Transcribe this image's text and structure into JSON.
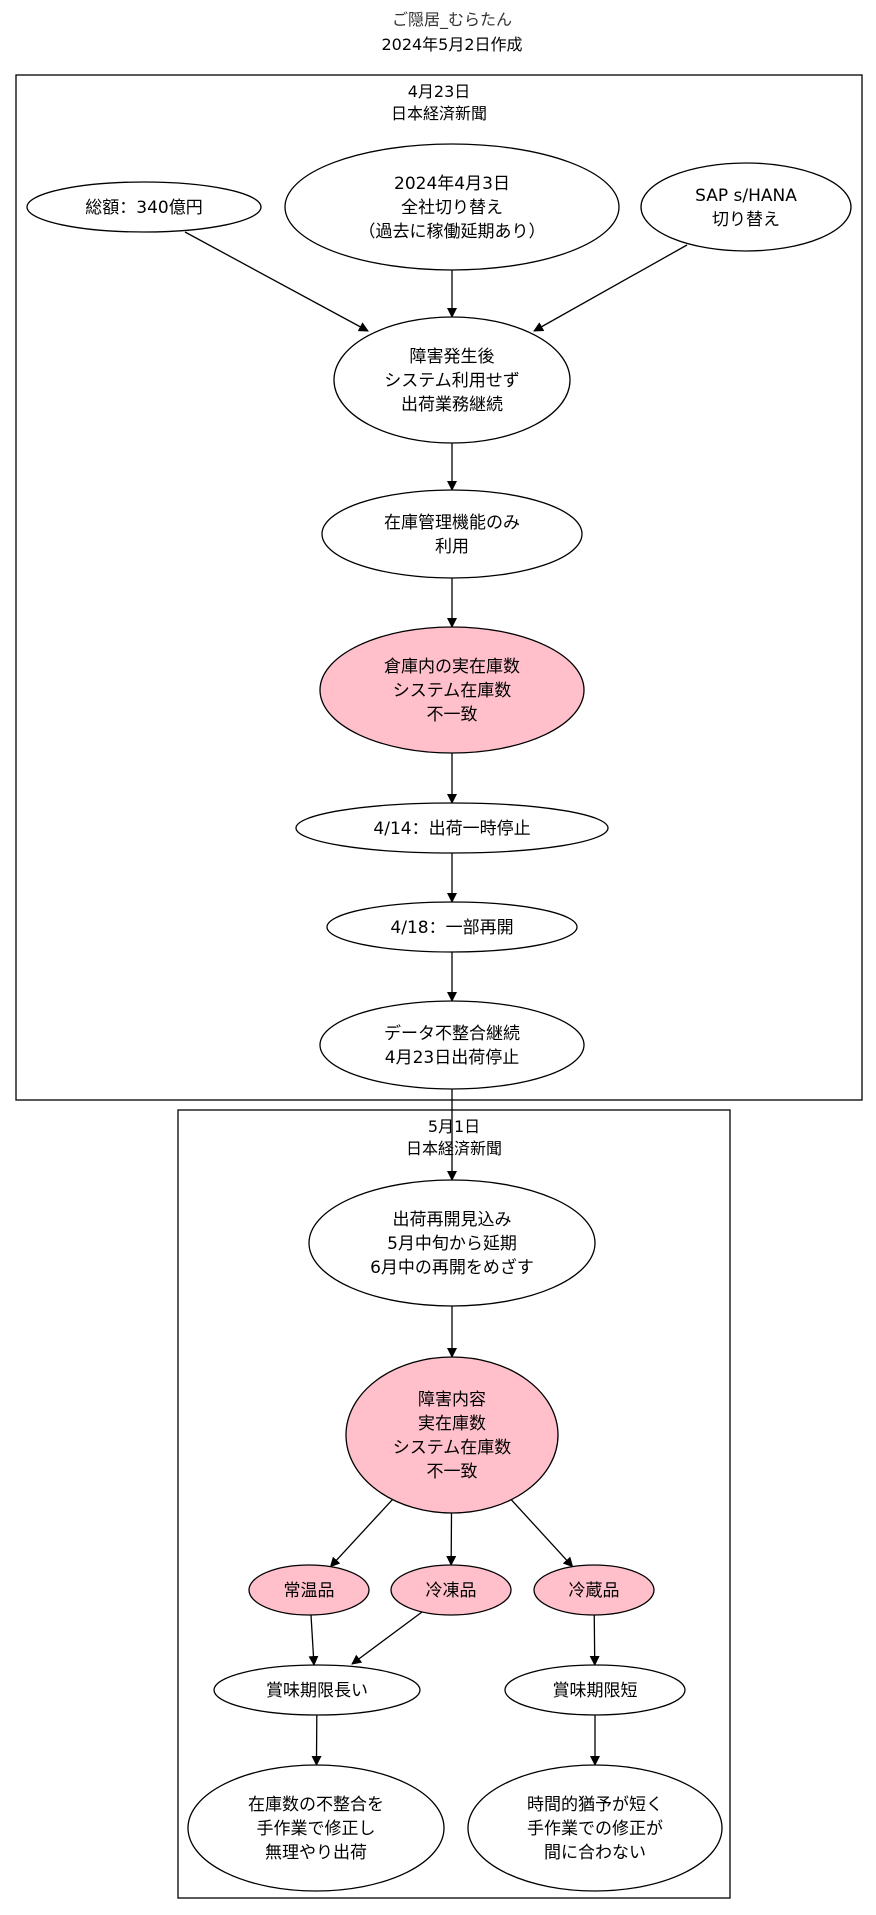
{
  "title": {
    "author": "ご隠居_むらたん",
    "date": "2024年5月2日作成"
  },
  "colors": {
    "highlight_fill": "#ffc0cb",
    "default_fill": "#ffffff",
    "stroke": "#000000"
  },
  "clusters": [
    {
      "id": "c1",
      "lines": [
        "4月23日",
        "日本経済新聞"
      ]
    },
    {
      "id": "c2",
      "lines": [
        "5月1日",
        "日本経済新聞"
      ]
    }
  ],
  "nodes": [
    {
      "id": "total",
      "lines": [
        "総額：340億円"
      ],
      "highlight": false
    },
    {
      "id": "switch_date",
      "lines": [
        "2024年4月3日",
        "全社切り替え",
        "（過去に稼働延期あり）"
      ],
      "highlight": false
    },
    {
      "id": "sap",
      "lines": [
        "SAP s/HANA",
        "切り替え"
      ],
      "highlight": false
    },
    {
      "id": "after_fault",
      "lines": [
        "障害発生後",
        "システム利用せず",
        "出荷業務継続"
      ],
      "highlight": false
    },
    {
      "id": "inventory_only",
      "lines": [
        "在庫管理機能のみ",
        "利用"
      ],
      "highlight": false
    },
    {
      "id": "mismatch1",
      "lines": [
        "倉庫内の実在庫数",
        "システム在庫数",
        "不一致"
      ],
      "highlight": true
    },
    {
      "id": "stop_414",
      "lines": [
        "4/14：出荷一時停止"
      ],
      "highlight": false
    },
    {
      "id": "resume_418",
      "lines": [
        "4/18：一部再開"
      ],
      "highlight": false
    },
    {
      "id": "data_mismatch",
      "lines": [
        "データ不整合継続",
        "4月23日出荷停止"
      ],
      "highlight": false
    },
    {
      "id": "resume_outlook",
      "lines": [
        "出荷再開見込み",
        "5月中旬から延期",
        "6月中の再開をめざす"
      ],
      "highlight": false
    },
    {
      "id": "fault_detail",
      "lines": [
        "障害内容",
        "実在庫数",
        "システム在庫数",
        "不一致"
      ],
      "highlight": true
    },
    {
      "id": "ambient",
      "lines": [
        "常温品"
      ],
      "highlight": true
    },
    {
      "id": "frozen",
      "lines": [
        "冷凍品"
      ],
      "highlight": true
    },
    {
      "id": "chilled",
      "lines": [
        "冷蔵品"
      ],
      "highlight": true
    },
    {
      "id": "long_shelf",
      "lines": [
        "賞味期限長い"
      ],
      "highlight": false
    },
    {
      "id": "short_shelf",
      "lines": [
        "賞味期限短"
      ],
      "highlight": false
    },
    {
      "id": "manual_fix",
      "lines": [
        "在庫数の不整合を",
        "手作業で修正し",
        "無理やり出荷"
      ],
      "highlight": false
    },
    {
      "id": "no_time",
      "lines": [
        "時間的猶予が短く",
        "手作業での修正が",
        "間に合わない"
      ],
      "highlight": false
    }
  ],
  "edges": [
    [
      "total",
      "after_fault"
    ],
    [
      "switch_date",
      "after_fault"
    ],
    [
      "sap",
      "after_fault"
    ],
    [
      "after_fault",
      "inventory_only"
    ],
    [
      "inventory_only",
      "mismatch1"
    ],
    [
      "mismatch1",
      "stop_414"
    ],
    [
      "stop_414",
      "resume_418"
    ],
    [
      "resume_418",
      "data_mismatch"
    ],
    [
      "data_mismatch",
      "resume_outlook"
    ],
    [
      "resume_outlook",
      "fault_detail"
    ],
    [
      "fault_detail",
      "ambient"
    ],
    [
      "fault_detail",
      "frozen"
    ],
    [
      "fault_detail",
      "chilled"
    ],
    [
      "ambient",
      "long_shelf"
    ],
    [
      "frozen",
      "long_shelf"
    ],
    [
      "chilled",
      "short_shelf"
    ],
    [
      "long_shelf",
      "manual_fix"
    ],
    [
      "short_shelf",
      "no_time"
    ]
  ]
}
